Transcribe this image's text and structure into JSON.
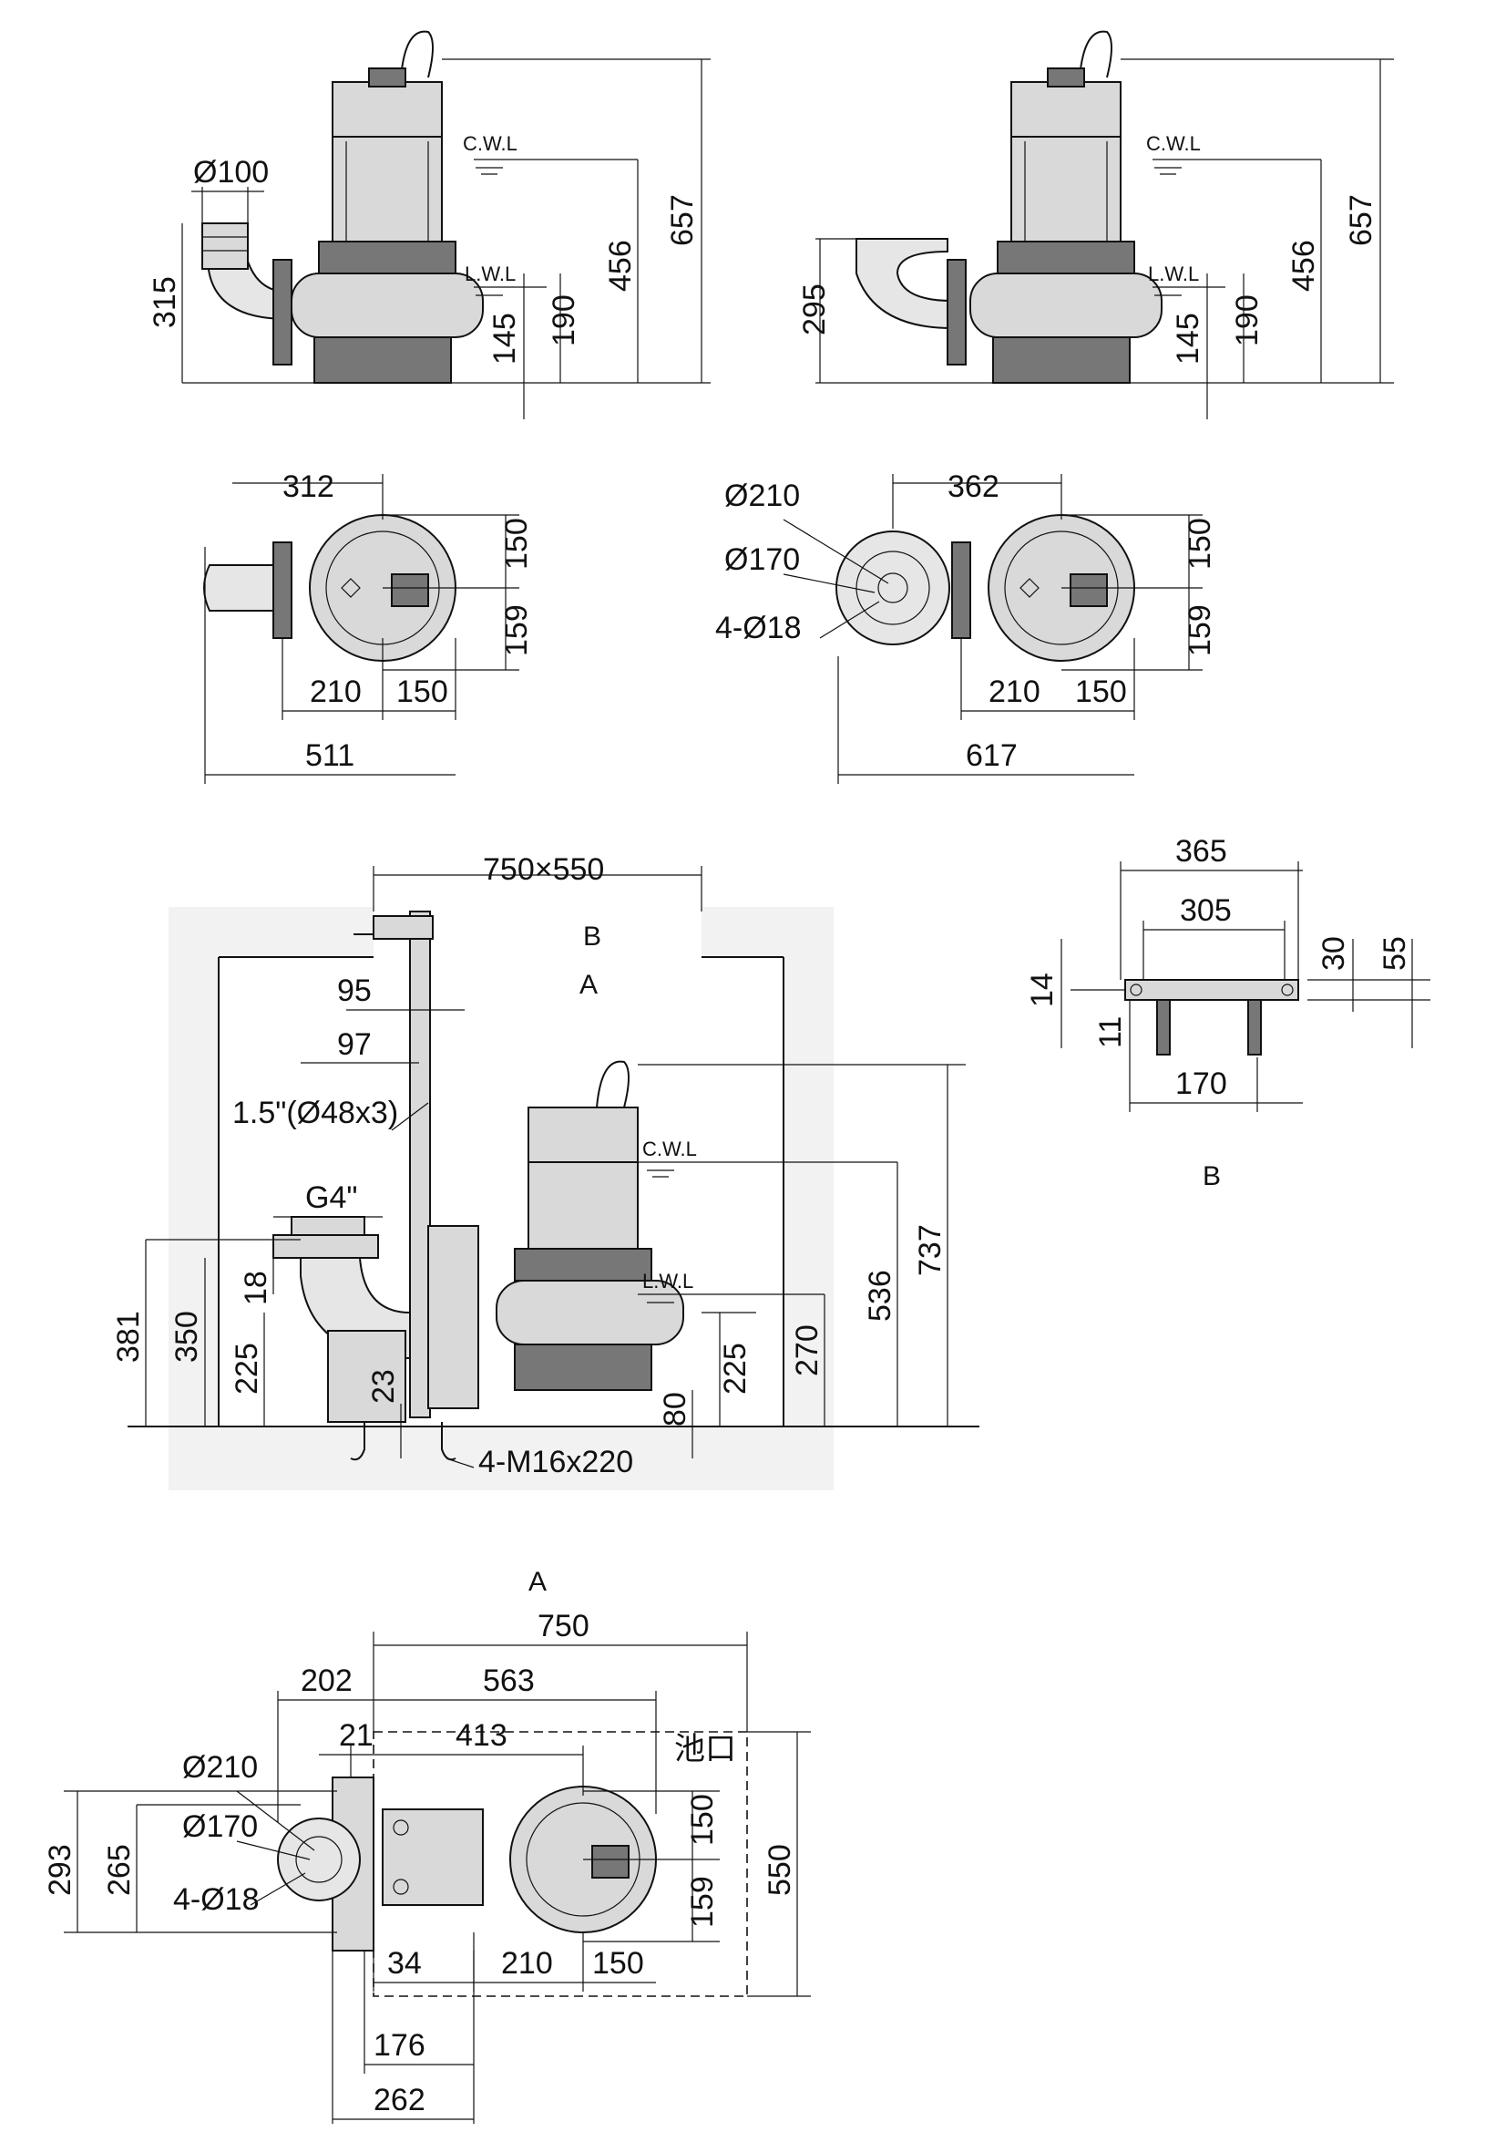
{
  "views": {
    "elevation_1": {
      "dims": [
        "Ø100",
        "315",
        "657",
        "456",
        "145",
        "190"
      ],
      "cwl": "C.W.L",
      "lwl": "L.W.L"
    },
    "elevation_2": {
      "dims": [
        "295",
        "657",
        "456",
        "145",
        "190"
      ],
      "cwl": "C.W.L",
      "lwl": "L.W.L"
    },
    "plan_1": {
      "dims": [
        "312",
        "150",
        "159",
        "210",
        "150",
        "511"
      ]
    },
    "plan_2": {
      "dims": [
        "362",
        "Ø210",
        "Ø170",
        "4-Ø18",
        "150",
        "159",
        "210",
        "150",
        "617"
      ]
    },
    "installation": {
      "dims": [
        "750×550",
        "95",
        "97",
        "1.5\"(Ø48x3)",
        "G4\"",
        "18",
        "381",
        "350",
        "225",
        "23",
        "4-M16x220",
        "737",
        "536",
        "270",
        "225",
        "80"
      ],
      "markers": [
        "B",
        "A"
      ],
      "cwl": "C.W.L",
      "lwl": "L.W.L"
    },
    "detail_b": {
      "dims": [
        "365",
        "305",
        "30",
        "55",
        "14",
        "11",
        "170"
      ],
      "caption": "B"
    },
    "section_a": {
      "caption": "A",
      "dims": [
        "750",
        "202",
        "563",
        "21",
        "413",
        "Ø210",
        "Ø170",
        "4-Ø18",
        "293",
        "265",
        "150",
        "159",
        "550",
        "34",
        "210",
        "150",
        "176",
        "262"
      ],
      "pit_label": "池口"
    }
  }
}
